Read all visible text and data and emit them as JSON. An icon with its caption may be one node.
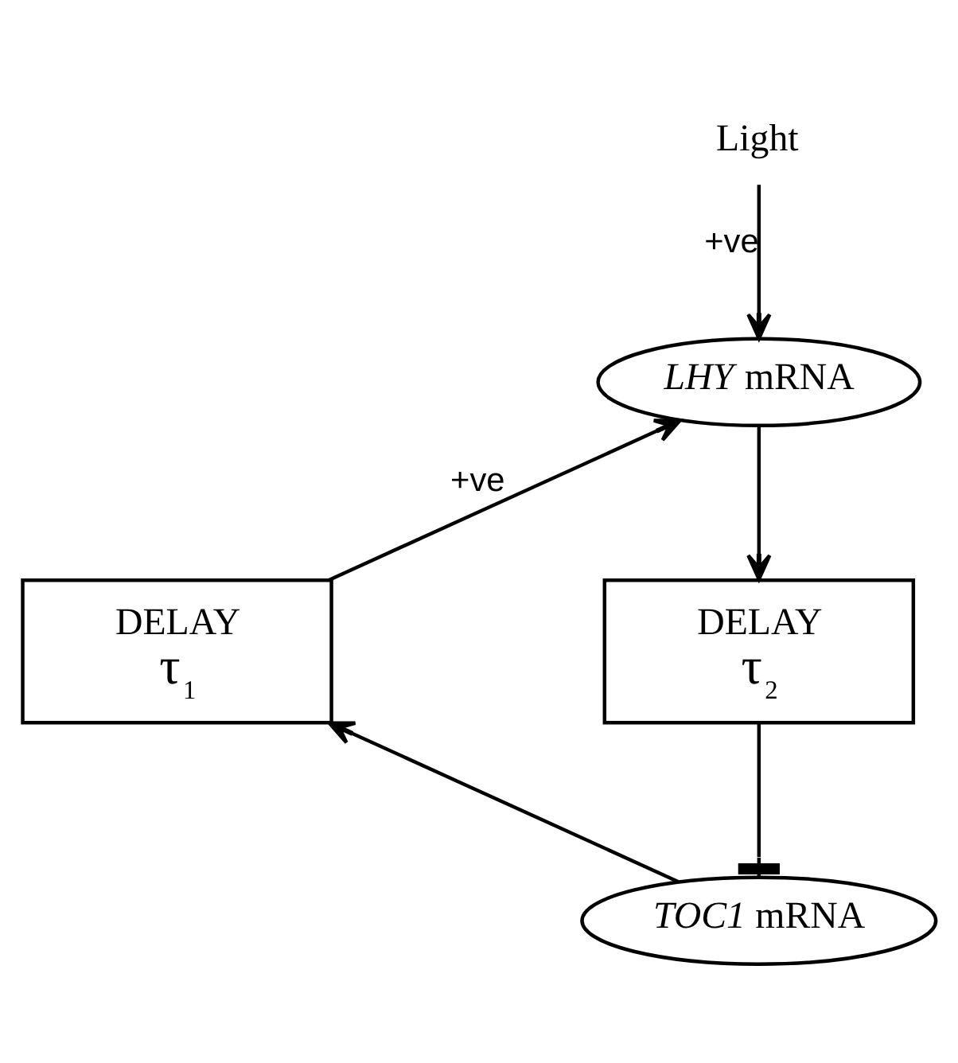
{
  "diagram": {
    "nodes": [
      {
        "text": [
          "Light"
        ]
      },
      {
        "text": [
          "*LHY* mRNA"
        ]
      },
      {
        "text": [
          "DELAY",
          "τ$_{1}$"
        ]
      },
      {
        "text": [
          "DELAY",
          "τ$_{2}$"
        ]
      },
      {
        "text": [
          "*TOC1* mRNA"
        ]
      }
    ],
    "edges": [
      {
        "from": 0,
        "to": 1,
        "arrow": "to",
        "label": "+ve"
      },
      {
        "from": 2,
        "to": 1,
        "arrow": "to",
        "label": "+ve"
      },
      {
        "from": 1,
        "to": 3,
        "arrow": "to"
      },
      {
        "from": 3,
        "to": 4,
        "arrow": "other"
      },
      {
        "from": 4,
        "to": 2,
        "arrow": "to"
      }
    ]
  }
}
